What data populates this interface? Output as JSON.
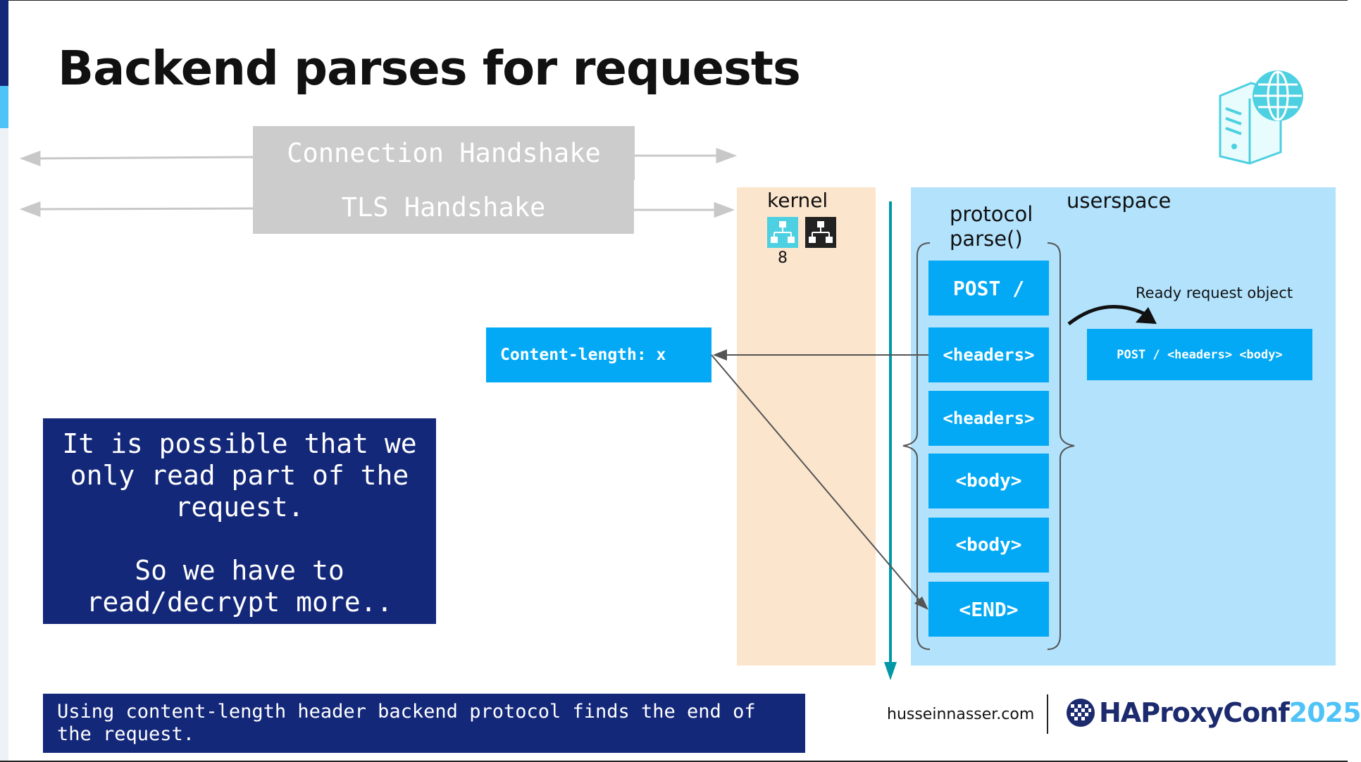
{
  "title": "Backend parses for requests",
  "handshakes": {
    "connection": "Connection Handshake",
    "tls": "TLS Handshake"
  },
  "kernel": {
    "label": "kernel",
    "count": "8"
  },
  "userspace": {
    "label": "userspace",
    "protocol_label_line1": "protocol",
    "protocol_label_line2": "parse()"
  },
  "segments": [
    "POST /",
    "<headers>",
    "<headers>",
    "<body>",
    "<body>",
    "<END>"
  ],
  "content_length": "Content-length: x",
  "ready": {
    "label": "Ready request object",
    "object": "POST / <headers> <body>"
  },
  "note": {
    "line1": "It is possible that we",
    "line2": "only read part of the",
    "line3": "request.",
    "line4": "So we have to",
    "line5": "read/decrypt more.."
  },
  "caption": "Using content-length header backend protocol finds the end of the request.",
  "footer": {
    "url": "husseinnasser.com",
    "brand": "HAProxyConf",
    "year": "2025"
  },
  "colors": {
    "navy": "#14287a",
    "blue": "#03a9f4",
    "kernel_bg": "#fce5cd",
    "userspace_bg": "#b2e2fc",
    "teal": "#0097a7",
    "gray": "#cccccc"
  },
  "icons": [
    "network-icon-teal",
    "network-icon-dark",
    "server-globe-icon",
    "curved-arrow-icon",
    "haproxy-logo-icon"
  ]
}
